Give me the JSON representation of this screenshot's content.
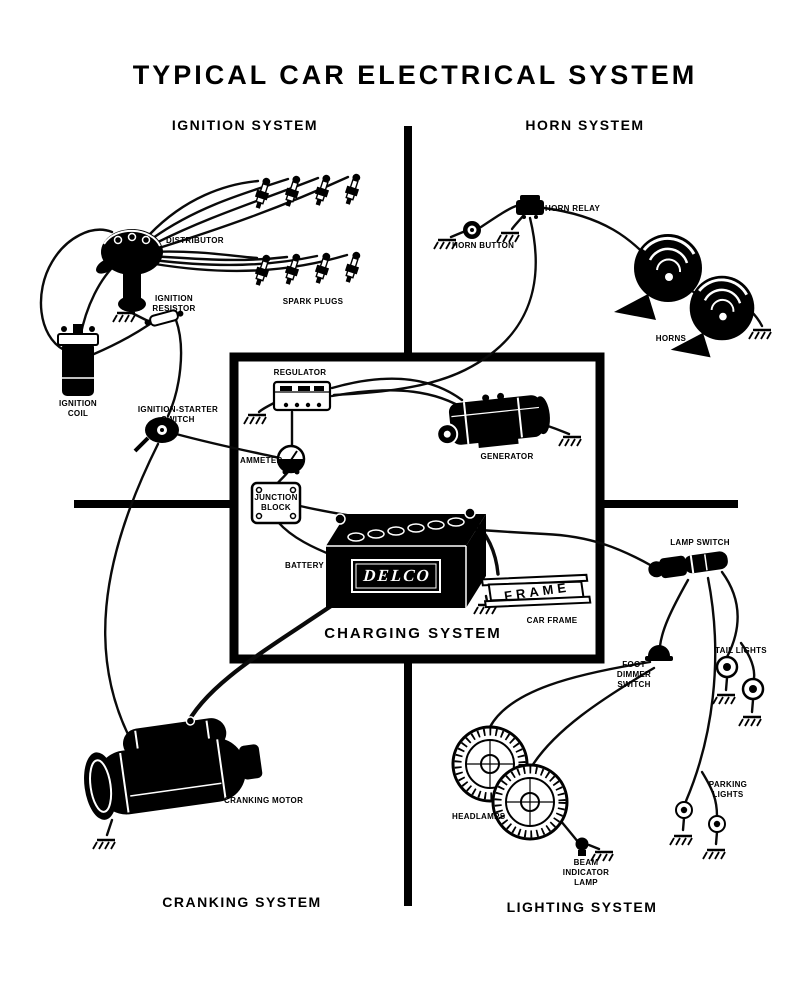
{
  "title": "TYPICAL CAR ELECTRICAL SYSTEM",
  "colors": {
    "ink": "#000000",
    "paper": "#ffffff"
  },
  "sections": {
    "ignition": "IGNITION SYSTEM",
    "horn": "HORN SYSTEM",
    "cranking": "CRANKING SYSTEM",
    "lighting": "LIGHTING SYSTEM",
    "charging": "CHARGING SYSTEM"
  },
  "labels": {
    "distributor": "DISTRIBUTOR",
    "spark_plugs": "SPARK PLUGS",
    "ignition_resistor": "IGNITION\nRESISTOR",
    "ignition_coil": "IGNITION\nCOIL",
    "ignition_starter_switch": "IGNITION-STARTER\nSWITCH",
    "horn_relay": "HORN RELAY",
    "horn_button": "HORN BUTTON",
    "horns": "HORNS",
    "regulator": "REGULATOR",
    "ammeter": "AMMETER",
    "generator": "GENERATOR",
    "junction_block": "JUNCTION\nBLOCK",
    "battery": "BATTERY",
    "battery_brand": "DELCO",
    "frame": "FRAME",
    "car_frame": "CAR FRAME",
    "lamp_switch": "LAMP SWITCH",
    "tail_lights": "TAIL LIGHTS",
    "foot_dimmer_switch": "FOOT\nDIMMER\nSWITCH",
    "parking_lights": "PARKING\nLIGHTS",
    "headlamps": "HEADLAMPS",
    "beam_indicator_lamp": "BEAM\nINDICATOR\nLAMP",
    "cranking_motor": "CRANKING MOTOR"
  }
}
